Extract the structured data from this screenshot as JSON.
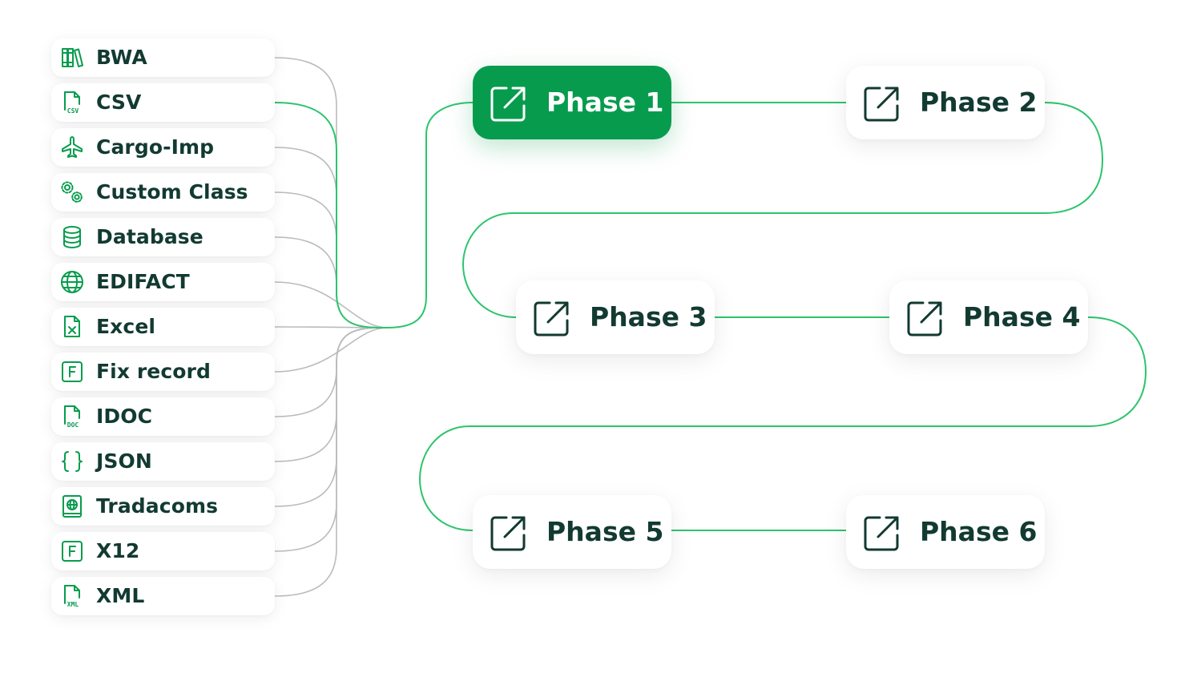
{
  "colors": {
    "accent": "#079c4d",
    "line_green": "#2cc46c",
    "line_gray": "#b9bcbb",
    "text_dark": "#123a31",
    "icon_green": "#079c4d"
  },
  "formats": [
    {
      "label": "BWA",
      "icon": "books-icon"
    },
    {
      "label": "CSV",
      "icon": "csv-file-icon"
    },
    {
      "label": "Cargo-Imp",
      "icon": "airplane-icon"
    },
    {
      "label": "Custom Class",
      "icon": "gears-icon"
    },
    {
      "label": "Database",
      "icon": "database-icon"
    },
    {
      "label": "EDIFACT",
      "icon": "globe-icon"
    },
    {
      "label": "Excel",
      "icon": "excel-file-icon"
    },
    {
      "label": "Fix record",
      "icon": "f-box-icon"
    },
    {
      "label": "IDOC",
      "icon": "doc-file-icon"
    },
    {
      "label": "JSON",
      "icon": "braces-icon"
    },
    {
      "label": "Tradacoms",
      "icon": "globe-document-icon"
    },
    {
      "label": "X12",
      "icon": "f-box-icon"
    },
    {
      "label": "XML",
      "icon": "xml-file-icon"
    }
  ],
  "highlighted_format": "CSV",
  "phases": [
    {
      "label": "Phase 1",
      "icon": "external-link-icon",
      "active": true
    },
    {
      "label": "Phase 2",
      "icon": "external-link-icon",
      "active": false
    },
    {
      "label": "Phase 3",
      "icon": "external-link-icon",
      "active": false
    },
    {
      "label": "Phase 4",
      "icon": "external-link-icon",
      "active": false
    },
    {
      "label": "Phase 5",
      "icon": "external-link-icon",
      "active": false
    },
    {
      "label": "Phase 6",
      "icon": "external-link-icon",
      "active": false
    }
  ]
}
